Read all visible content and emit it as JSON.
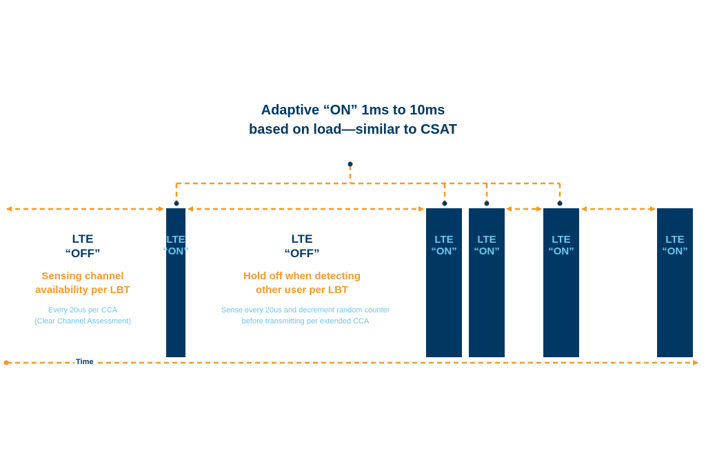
{
  "title": {
    "line1": "Adaptive “ON”  1ms to 10ms",
    "line2": "based on load—similar to CSAT"
  },
  "on_bars": [
    {
      "line1": "LTE",
      "line2": "“ON”"
    },
    {
      "line1": "LTE",
      "line2": "“ON”"
    },
    {
      "line1": "LTE",
      "line2": "“ON”"
    },
    {
      "line1": "LTE",
      "line2": "“ON”"
    },
    {
      "line1": "LTE",
      "line2": "“ON”"
    }
  ],
  "off_periods": [
    {
      "line1": "LTE",
      "line2": "“OFF”",
      "desc_line1": "Sensing channel",
      "desc_line2": "availability per LBT",
      "note_line1": "Every 20us per CCA",
      "note_line2": "(Clear Channel Assessment)"
    },
    {
      "line1": "LTE",
      "line2": "“OFF”",
      "desc_line1": "Hold off when detecting",
      "desc_line2": "other user per LBT",
      "note_line1": "Sense every 20us and decrement random counter",
      "note_line2": "before transmitting per extended CCA"
    }
  ],
  "time_axis_label": "Time",
  "colors": {
    "navy": "#003863",
    "orange": "#f39a2b",
    "light_blue": "#6cc6ef"
  }
}
